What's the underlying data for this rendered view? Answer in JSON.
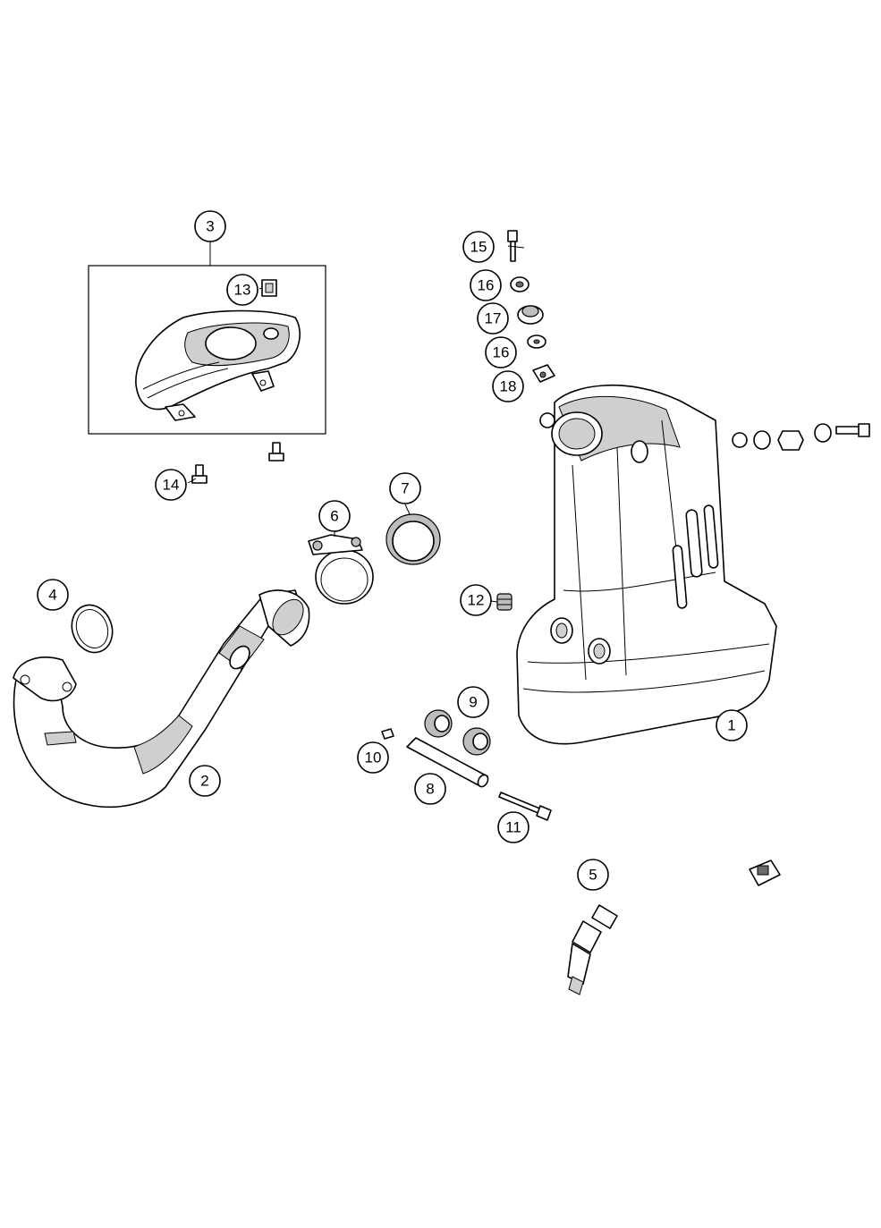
{
  "callouts": [
    {
      "id": "callout-1",
      "label": "1"
    },
    {
      "id": "callout-2",
      "label": "2"
    },
    {
      "id": "callout-3",
      "label": "3"
    },
    {
      "id": "callout-4",
      "label": "4"
    },
    {
      "id": "callout-5",
      "label": "5"
    },
    {
      "id": "callout-6",
      "label": "6"
    },
    {
      "id": "callout-7",
      "label": "7"
    },
    {
      "id": "callout-8",
      "label": "8"
    },
    {
      "id": "callout-9",
      "label": "9"
    },
    {
      "id": "callout-10",
      "label": "10"
    },
    {
      "id": "callout-11",
      "label": "11"
    },
    {
      "id": "callout-12",
      "label": "12"
    },
    {
      "id": "callout-13",
      "label": "13"
    },
    {
      "id": "callout-14",
      "label": "14"
    },
    {
      "id": "callout-15",
      "label": "15"
    },
    {
      "id": "callout-16a",
      "label": "16"
    },
    {
      "id": "callout-17",
      "label": "17"
    },
    {
      "id": "callout-16b",
      "label": "16"
    },
    {
      "id": "callout-18",
      "label": "18"
    }
  ],
  "colors": {
    "line": "#000000",
    "background": "#ffffff",
    "shade": "#cfcfcf"
  }
}
